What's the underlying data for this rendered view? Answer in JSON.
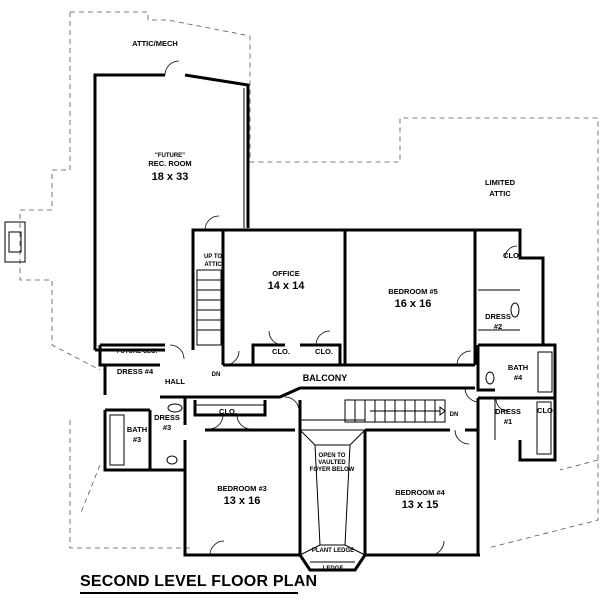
{
  "title": "SECOND LEVEL FLOOR PLAN",
  "rooms": {
    "attic_mech": "ATTIC/MECH",
    "future": "\"FUTURE\"",
    "rec_room": "REC. ROOM",
    "rec_room_size": "18 x 33",
    "limited": "LIMITED",
    "attic": "ATTIC",
    "up_to": "UP TO",
    "attic_small": "ATTIC",
    "office": "OFFICE",
    "office_size": "14 x 14",
    "bedroom5": "BEDROOM #5",
    "bedroom5_size": "16 x 16",
    "clo_top_right": "CLO.",
    "dress2": "DRESS",
    "dress2_num": "#2",
    "future_clo": "FUTURE CLO.",
    "clo_office_1": "CLO.",
    "clo_office_2": "CLO.",
    "dn1": "DN",
    "dress4": "DRESS #4",
    "hall": "HALL",
    "balcony": "BALCONY",
    "bath4": "BATH",
    "bath4_num": "#4",
    "clo_right": "CLO.",
    "dress1": "DRESS",
    "dress1_num": "#1",
    "dn2": "DN",
    "clo_hall": "CLO.",
    "dress3": "DRESS",
    "dress3_num": "#3",
    "bath3": "BATH",
    "bath3_num": "#3",
    "open_to": "OPEN TO",
    "vaulted": "VAULTED",
    "foyer_below": "FOYER BELOW",
    "bedroom3": "BEDROOM #3",
    "bedroom3_size": "13 x 16",
    "bedroom4": "BEDROOM #4",
    "bedroom4_size": "13 x 15",
    "plant_ledge": "PLANT LEDGE",
    "ledge": "LEDGE"
  }
}
